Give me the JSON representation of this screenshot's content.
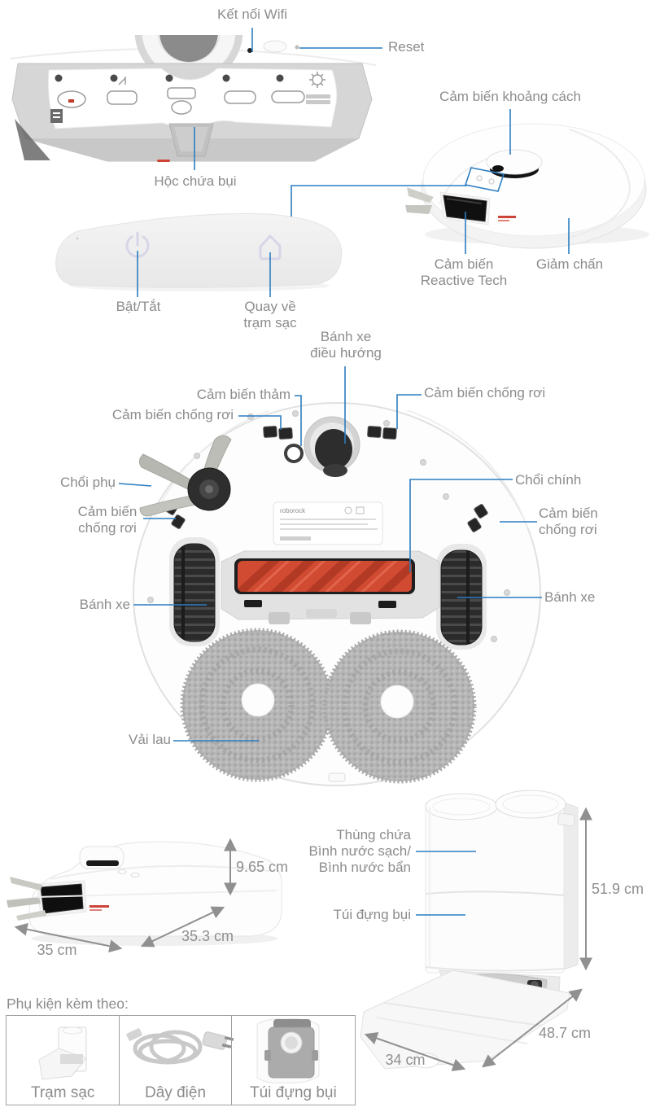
{
  "colors": {
    "leader_blue": "#2c7dc0",
    "label_gray": "#8c8c8c",
    "dimension_gray": "#8f8f8f",
    "brush_red": "#d14a32"
  },
  "dustbin_section": {
    "wifi_label": "Kết nối Wifi",
    "reset_label": "Reset",
    "dustbin_label": "Hộc chứa bụi"
  },
  "top_view_section": {
    "distance_sensor_label": "Cảm biến khoảng cách",
    "reactive_tech_label": "Cảm biến\nReactive Tech",
    "bumper_label": "Giảm chấn"
  },
  "lid_section": {
    "power_label": "Bật/Tắt",
    "return_dock_label": "Quay về\ntrạm sạc"
  },
  "bottom_view_section": {
    "caster_label": "Bánh xe\nđiều hướng",
    "carpet_sensor_label": "Cảm biến thảm",
    "cliff_sensor_top_left_label": "Cảm biến chống rơi",
    "cliff_sensor_top_right_label": "Cảm biến chống rơi",
    "side_brush_label": "Chổi phụ",
    "cliff_sensor_left_label": "Cảm biến\nchống rơi",
    "main_brush_label": "Chổi chính",
    "cliff_sensor_right_label": "Cảm biến\nchống rơi",
    "wheel_left_label": "Bánh xe",
    "wheel_right_label": "Bánh xe",
    "mop_label": "Vải lau",
    "sticker_brand": "roborock"
  },
  "robot_dimensions": {
    "height": "9.65 cm",
    "depth": "35.3 cm",
    "width": "35 cm"
  },
  "dock_section": {
    "water_tank_label": "Thùng chứa\nBình nước sạch/\nBình nước bẩn",
    "dust_bag_label": "Túi đựng bụi",
    "height": "51.9 cm",
    "depth": "48.7 cm",
    "width": "34 cm"
  },
  "accessories": {
    "heading": "Phụ kiện kèm theo:",
    "items": [
      {
        "label": "Trạm sạc",
        "icon": "dock-icon"
      },
      {
        "label": "Dây điện",
        "icon": "power-cord-icon"
      },
      {
        "label": "Túi đựng bụi",
        "icon": "dust-bag-icon"
      }
    ]
  }
}
